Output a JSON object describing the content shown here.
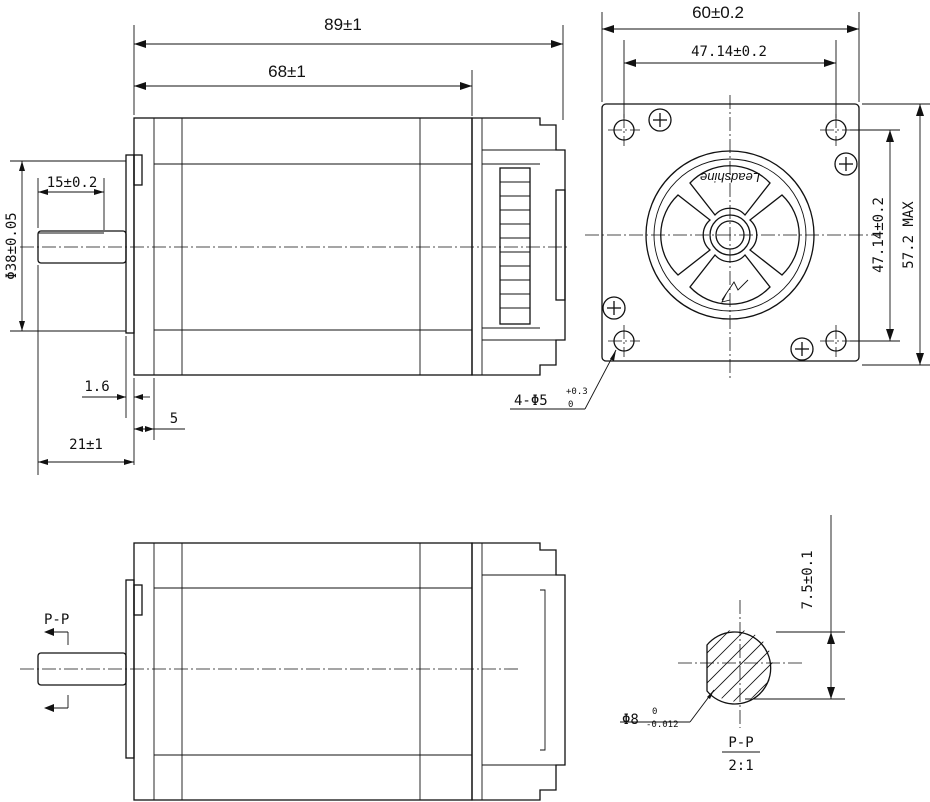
{
  "side_view": {
    "overall_length": "89±1",
    "body_length": "68±1",
    "shaft_length": "21±1",
    "flat_length": "15±0.2",
    "shaft_diameter_pilot": "Φ38±0.05",
    "flange_thickness": "1.6",
    "pilot_depth": "5"
  },
  "front_view": {
    "width": "60±0.2",
    "hole_spacing_h": "47.14±0.2",
    "hole_spacing_v": "47.14±0.2",
    "max_height": "57.2 MAX",
    "mount_hole_prefix": "4-Φ5",
    "mount_hole_tol_upper": "+0.3",
    "mount_hole_tol_lower": "0",
    "brand_text": "Leadshine"
  },
  "section_view": {
    "section_label": "P-P",
    "flat_depth": "7.5±0.1",
    "shaft_dia_prefix": "Φ8",
    "shaft_tol_upper": "0",
    "shaft_tol_lower": "-0.012",
    "section_caption": "P-P",
    "scale": "2:1"
  }
}
